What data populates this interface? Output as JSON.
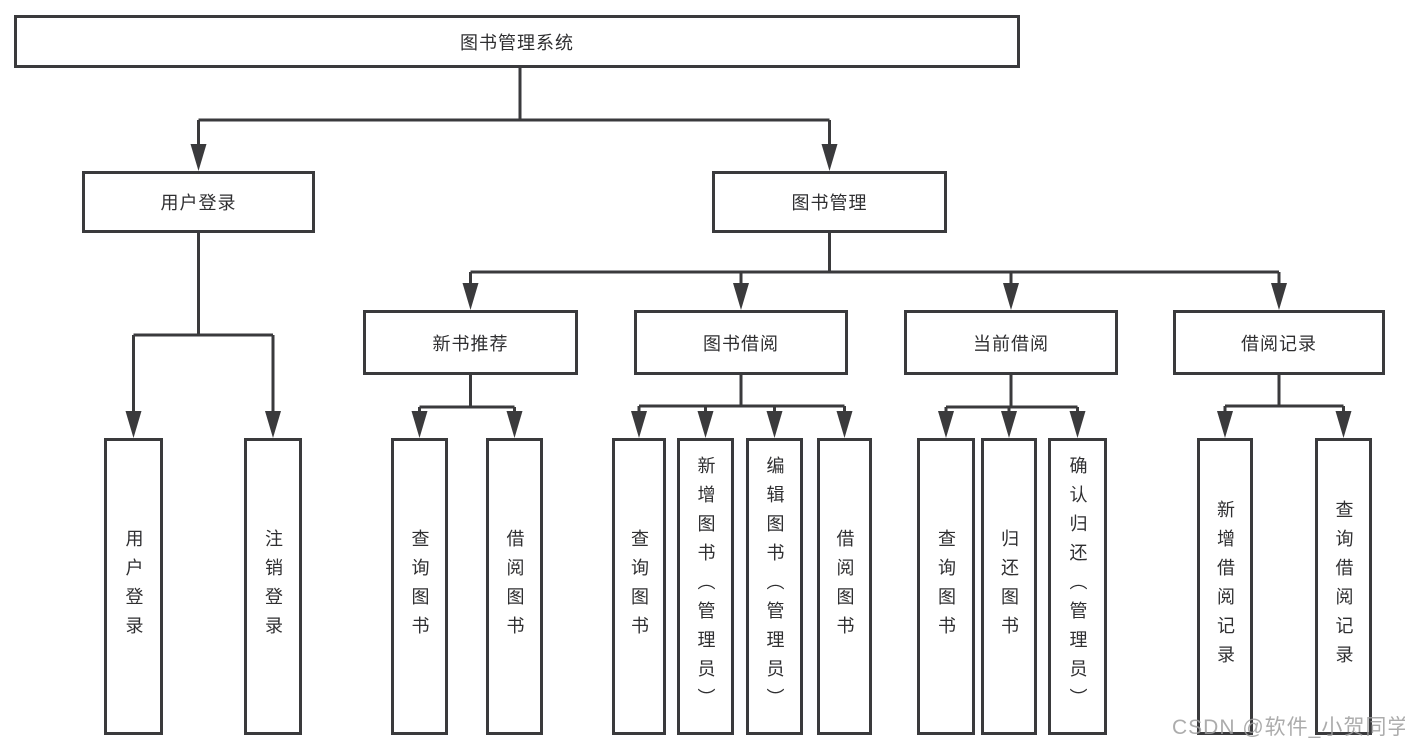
{
  "colors": {
    "background": "#ffffff",
    "line": "#3a3a3c",
    "box_border": "#3a3a3c",
    "text": "#2f2f31",
    "watermark": "#9e9e9e"
  },
  "watermark": {
    "text": "CSDN @软件_小贺同学"
  },
  "tree": {
    "root": {
      "label": "图书管理系统",
      "children": [
        {
          "label": "用户登录",
          "children": [
            {
              "label": "用户登录"
            },
            {
              "label": "注销登录"
            }
          ]
        },
        {
          "label": "图书管理",
          "children": [
            {
              "label": "新书推荐",
              "children": [
                {
                  "label": "查询图书"
                },
                {
                  "label": "借阅图书"
                }
              ]
            },
            {
              "label": "图书借阅",
              "children": [
                {
                  "label": "查询图书"
                },
                {
                  "label": "新增图书（管理员）"
                },
                {
                  "label": "编辑图书（管理员）"
                },
                {
                  "label": "借阅图书"
                }
              ]
            },
            {
              "label": "当前借阅",
              "children": [
                {
                  "label": "查询图书"
                },
                {
                  "label": "归还图书"
                },
                {
                  "label": "确认归还（管理员）"
                }
              ]
            },
            {
              "label": "借阅记录",
              "children": [
                {
                  "label": "新增借阅记录"
                },
                {
                  "label": "查询借阅记录"
                }
              ]
            }
          ]
        }
      ]
    }
  }
}
